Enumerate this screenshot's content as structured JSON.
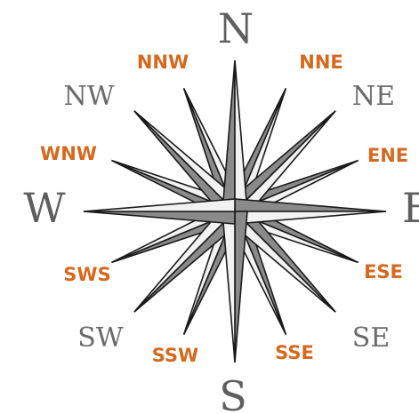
{
  "colors": {
    "cardinal": "#5f5f5f",
    "intercardinal": "#6a6a6a",
    "tertiary": "#d4691f",
    "point_dark": "#8a8a8a",
    "point_light": "#f2f2f2",
    "outline": "#1a1a1a"
  },
  "labels": {
    "n": "N",
    "s": "S",
    "w": "W",
    "e": "E",
    "ne": "NE",
    "nw": "NW",
    "se": "SE",
    "sw": "SW",
    "nne": "NNE",
    "nnw": "NNW",
    "ene": "ENE",
    "wnw": "WNW",
    "ese": "ESE",
    "sws": "SWS",
    "sse": "SSE",
    "ssw": "SSW"
  }
}
